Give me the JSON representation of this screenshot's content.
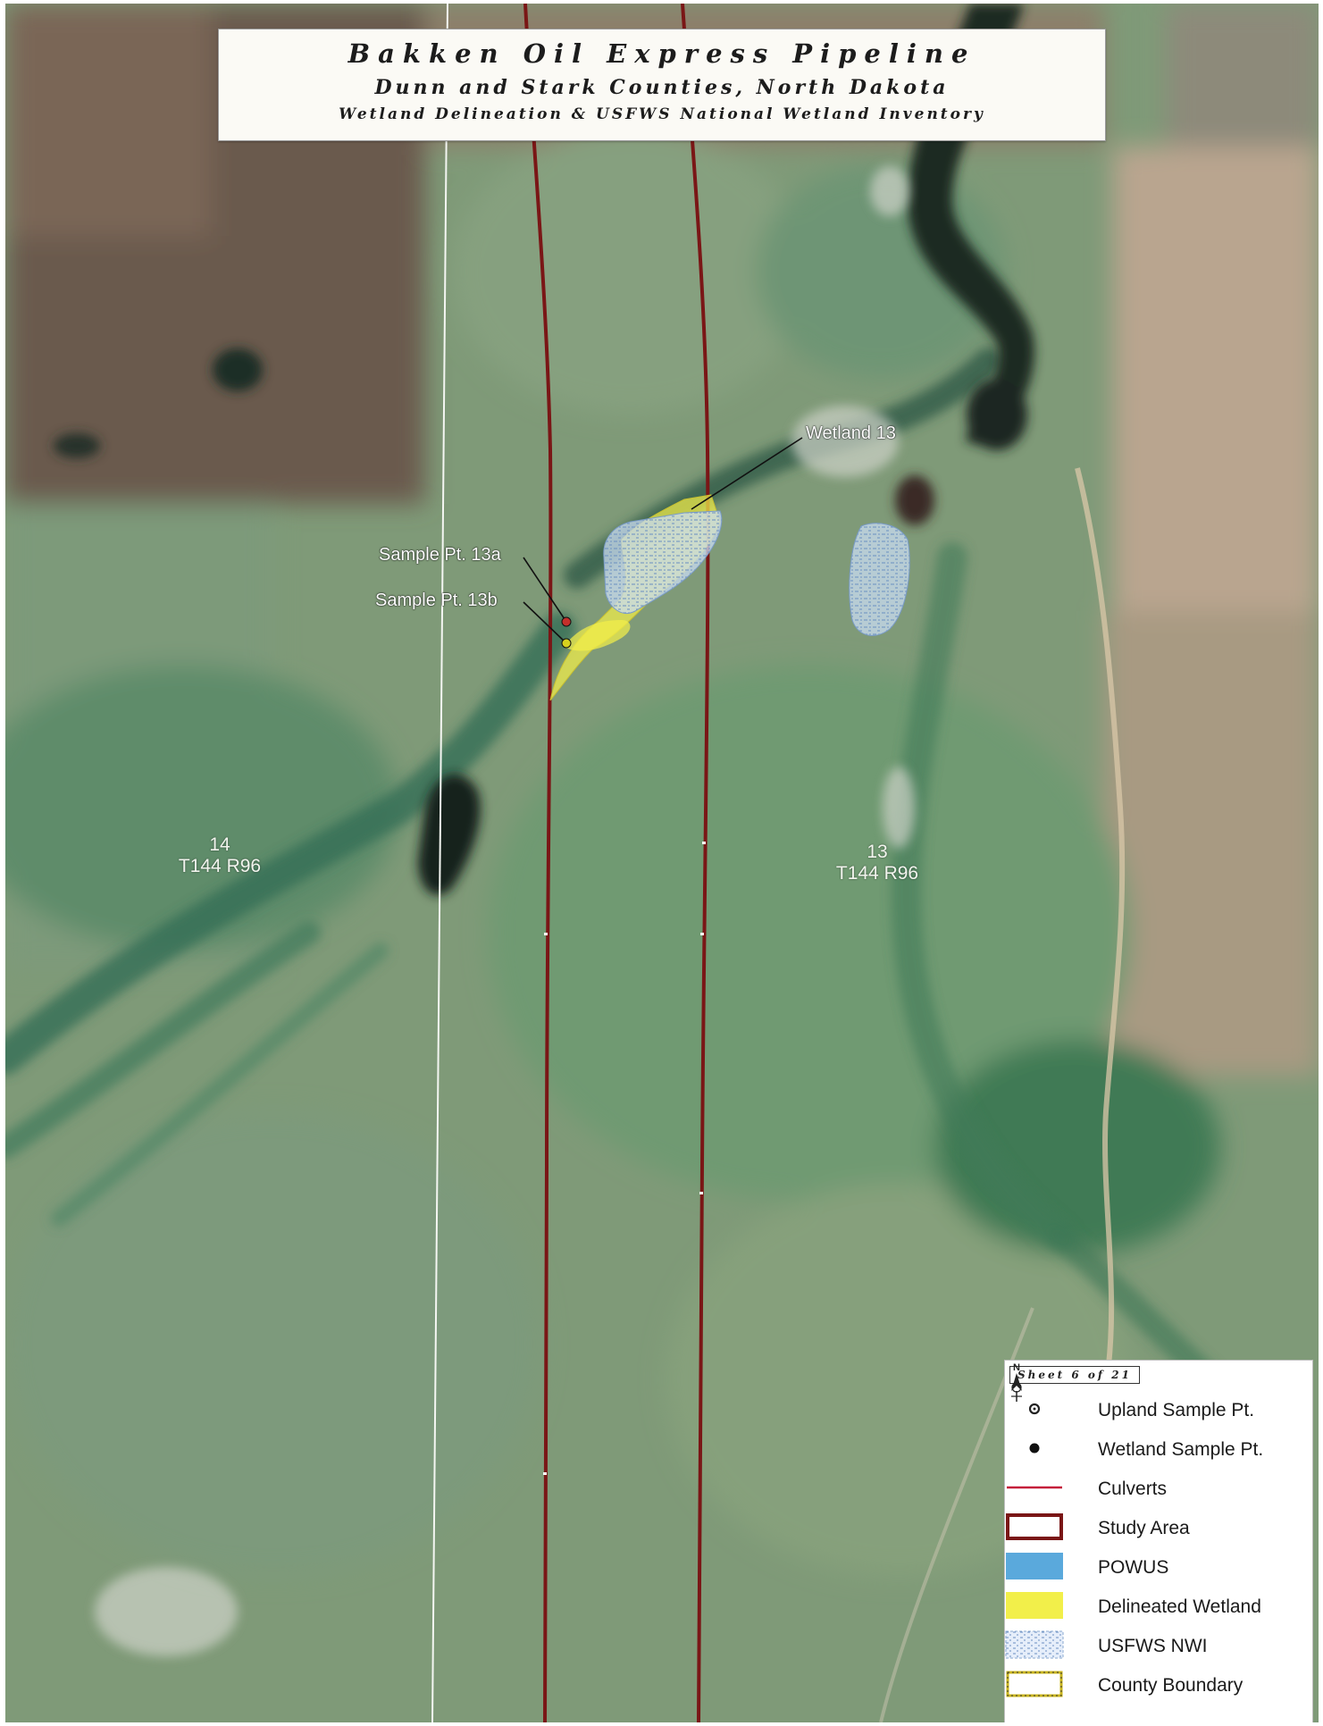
{
  "title": {
    "line1": "Bakken Oil Express Pipeline",
    "line2": "Dunn and Stark Counties, North Dakota",
    "line3": "Wetland Delineation & USFWS National Wetland Inventory"
  },
  "labels": {
    "wetland": "Wetland 13",
    "sample_a": "Sample Pt. 13a",
    "sample_b": "Sample Pt. 13b"
  },
  "sections": [
    {
      "number": "14",
      "township_range": "T144 R96"
    },
    {
      "number": "13",
      "township_range": "T144 R96"
    }
  ],
  "legend": {
    "sheet": "Sheet 6 of 21",
    "north_letter": "N",
    "items": [
      {
        "label": "Upland Sample Pt.",
        "symbol": "ring-dot"
      },
      {
        "label": "Wetland Sample Pt.",
        "symbol": "solid-dot"
      },
      {
        "label": "Culverts",
        "symbol": "red-line"
      },
      {
        "label": "Study Area",
        "symbol": "maroon-outline"
      },
      {
        "label": "POWUS",
        "symbol": "blue-fill"
      },
      {
        "label": "Delineated Wetland",
        "symbol": "yellow-fill"
      },
      {
        "label": "USFWS NWI",
        "symbol": "blue-hatch"
      },
      {
        "label": "County Boundary",
        "symbol": "yellow-outline"
      }
    ]
  },
  "colors": {
    "study_area": "#7a1616",
    "culvert": "#c41e3a",
    "powus": "#5aa9dc",
    "delineated_wetland": "#f2ef4a",
    "nwi": "#c9dcf2",
    "county_boundary": "#c8b41e"
  }
}
